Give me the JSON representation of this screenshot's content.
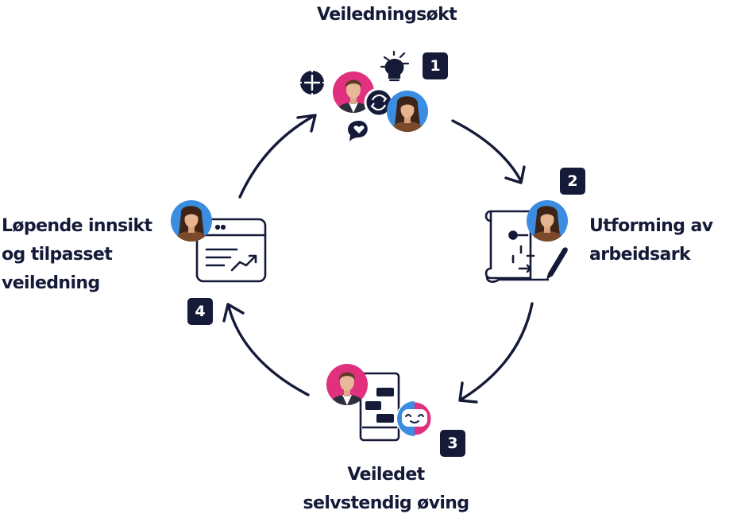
{
  "colors": {
    "navy": "#141a38",
    "pink": "#e0307e",
    "blue": "#3a8de0",
    "white": "#ffffff"
  },
  "icons": {
    "session": [
      "crosshair-icon",
      "lightbulb-icon",
      "refresh-icon",
      "heart-chat-icon",
      "man-avatar",
      "woman-avatar"
    ],
    "worksheet": [
      "scroll-document-icon",
      "pen-icon",
      "woman-avatar"
    ],
    "practice": [
      "chat-phone-icon",
      "chatbot-icon",
      "man-avatar"
    ],
    "insight": [
      "analytics-browser-icon",
      "woman-avatar"
    ]
  },
  "steps": [
    {
      "number": "1",
      "lines": [
        "Veiledningsøkt"
      ]
    },
    {
      "number": "2",
      "lines": [
        "Utforming av",
        "arbeidsark"
      ]
    },
    {
      "number": "3",
      "lines": [
        "Veiledet",
        "selvstendig øving"
      ]
    },
    {
      "number": "4",
      "lines": [
        "Løpende innsikt",
        "og tilpasset",
        "veiledning"
      ]
    }
  ]
}
